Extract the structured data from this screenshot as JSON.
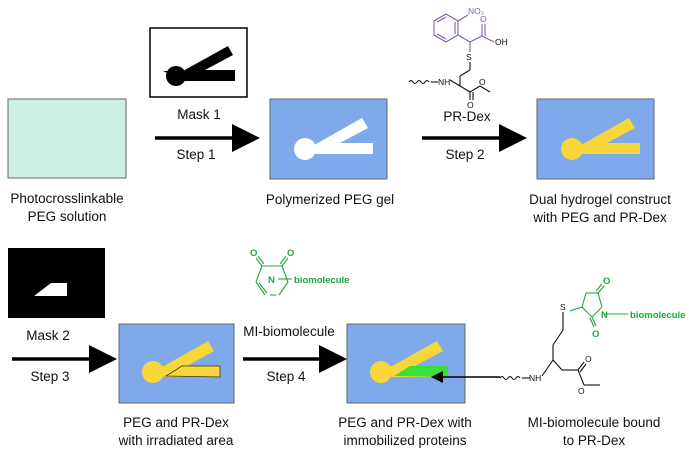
{
  "colors": {
    "solution_fill": "#ccf0e6",
    "gel_fill": "#7fa9ea",
    "pr_dex_yellow": "#f9d63a",
    "immobilized_green": "#37e03a",
    "mask_black": "#000000",
    "chem_purple": "#8060a8",
    "chem_green": "#1fa83a"
  },
  "top_row": {
    "mask1_label": "Mask 1",
    "step1_label": "Step 1",
    "step2_label": "Step 2",
    "prdex_label": "PR-Dex",
    "solution_label_line1": "Photocrosslinkable",
    "solution_label_line2": "PEG solution",
    "gel_label": "Polymerized PEG gel",
    "dual_label_line1": "Dual hydrogel construct",
    "dual_label_line2": "with PEG and PR-Dex"
  },
  "bottom_row": {
    "mask2_label": "Mask 2",
    "step3_label": "Step 3",
    "step4_label": "Step 4",
    "mi_label": "MI-biomolecule",
    "irradiated_label_line1": "PEG and PR-Dex",
    "irradiated_label_line2": "with irradiated area",
    "immobilized_label_line1": "PEG and PR-Dex with",
    "immobilized_label_line2": "immobilized proteins",
    "bound_label_line1": "MI-biomolecule bound",
    "bound_label_line2": "to PR-Dex"
  },
  "chem_labels": {
    "no2": "NO₂",
    "oh": "OH",
    "o": "O",
    "s": "S",
    "nh": "NH",
    "n": "N",
    "biomolecule": "biomolecule"
  }
}
